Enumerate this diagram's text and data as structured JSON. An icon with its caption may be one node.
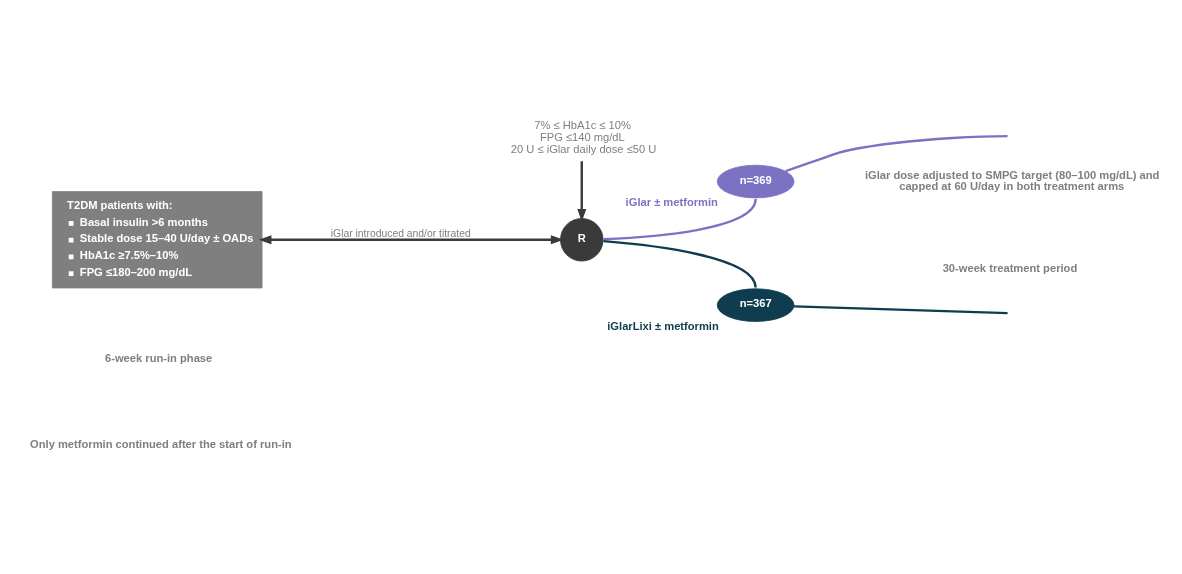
{
  "diagram": {
    "nodes": [
      {
        "text": [
          "7% ≤ HbA1c ≤ 10%",
          "FPG ≤140 mg/dL",
          "20 U ≤ iGlar daily dose ≤50 U"
        ]
      },
      {
        "text": [
          "T2DM patients with:",
          "Basal insulin >6 months",
          "Stable dose 15–40 U/day ± OADs",
          "HbA1c ≥7.5%–10%",
          "FPG ≤180–200 mg/dL"
        ]
      },
      {
        "text": [
          "R"
        ]
      },
      {
        "text": [
          "n=369"
        ],
        "beside": [
          "iGlar ± metformin"
        ]
      },
      {
        "text": [
          "n=367"
        ],
        "beside": [
          "iGlarLixi ± metformin"
        ]
      }
    ],
    "edges": [
      {
        "from": 0,
        "to": 2,
        "arrow": "to"
      },
      {
        "from": 1,
        "to": 2,
        "arrow": "both",
        "label": "iGlar introduced and/or titrated"
      },
      {
        "from": 2,
        "to": 3,
        "arrow": "none",
        "color": "#7b72c4"
      },
      {
        "from": 3,
        "to": null,
        "arrow": "none",
        "color": "#7b72c4"
      },
      {
        "from": 2,
        "to": 4,
        "arrow": "none",
        "color": "#0f3d4f"
      },
      {
        "from": 4,
        "to": null,
        "arrow": "none",
        "color": "#0f3d4f"
      }
    ],
    "labels": [
      "iGlar dose adjusted to SMPG target (80–100 mg/dL) and capped at 60 U/day in both treatment arms",
      "6-week run-in phase",
      "30-week treatment period",
      "Only metformin continued after the start of run-in"
    ]
  }
}
